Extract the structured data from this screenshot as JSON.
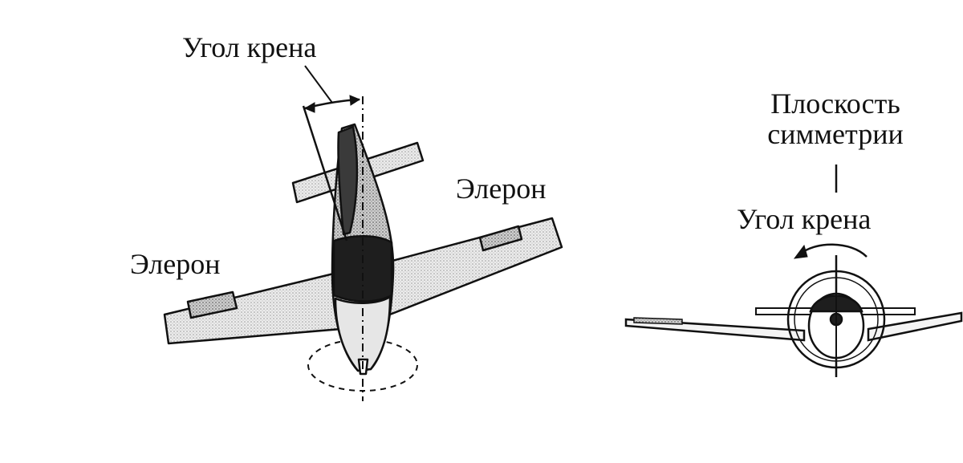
{
  "left_figure": {
    "bank_angle_label": "Угол крена",
    "aileron_right_label": "Элерон",
    "aileron_left_label": "Элерон"
  },
  "right_figure": {
    "symmetry_plane_label_line1": "Плоскость",
    "symmetry_plane_label_line2": "симметрии",
    "bank_angle_label": "Угол крена"
  },
  "colors": {
    "ink": "#111111",
    "wing_fill": "#e2e2e2",
    "fuselage_fill": "#bdbdbd",
    "dark_fill": "#1e1e1e"
  }
}
